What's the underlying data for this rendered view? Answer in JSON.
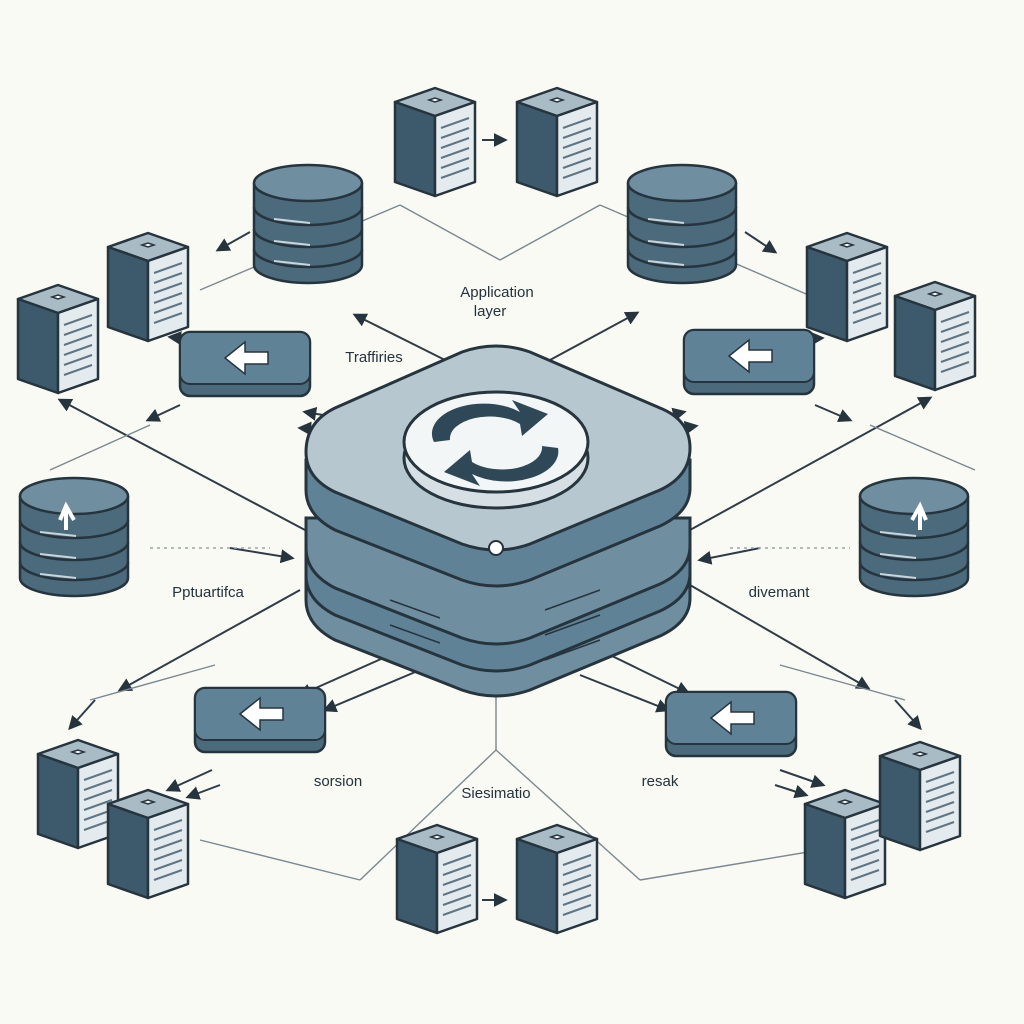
{
  "labels": {
    "application_layer_line1": "Application",
    "application_layer_line2": "layer",
    "traffic": "Traffiries",
    "left_side": "Pptuartifca",
    "right_side": "divemant",
    "bottom_left": "sorsion",
    "bottom_center": "Siesimatio",
    "bottom_right": "resak"
  },
  "colors": {
    "background": "#f9faf4",
    "device_dark": "#3d5a6c",
    "device_mid": "#5f8296",
    "device_light": "#a9bcc6",
    "outline": "#26343e",
    "hub_top": "#b7c7cf",
    "hub_side": "#6f8fa0"
  },
  "icons": {
    "hub": "sync-arrows-icon",
    "switch": "arrow-icon",
    "server": "server-tower-icon",
    "database": "database-stack-icon"
  }
}
